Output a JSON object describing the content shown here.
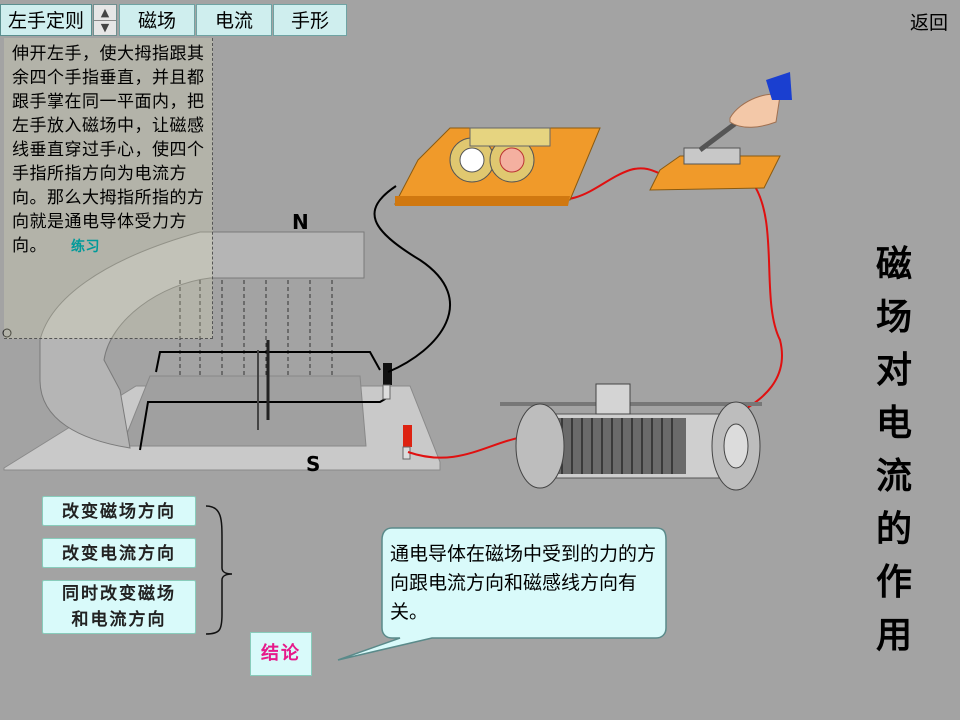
{
  "toolbar": {
    "tab_left_rule": "左手定则",
    "tab_magnetic_field": "磁场",
    "tab_current": "电流",
    "tab_hand_shape": "手形",
    "back": "返回"
  },
  "panel": {
    "text": "伸开左手，使大拇指跟其余四个手指垂直，并且都跟手掌在同一平面内，把左手放入磁场中，让磁感线垂直穿过手心，使四个手指所指方向为电流方向。那么大拇指所指的方向就是通电导体受力方向。",
    "practice": "练习"
  },
  "title_chars": [
    "磁",
    "场",
    "对",
    "电",
    "流",
    "的",
    "作",
    "用"
  ],
  "labels": {
    "north": "N",
    "south": "S"
  },
  "buttons": {
    "change_field": "改变磁场方向",
    "change_current": "改变电流方向",
    "change_both_line1": "同时改变磁场",
    "change_both_line2": "和电流方向",
    "conclusion": "结论"
  },
  "callout": {
    "text": "通电导体在磁场中受到的力的方向跟电流方向和磁感线方向有关。"
  },
  "colors": {
    "background": "#a3a3a3",
    "tab_bg": "#cfeeee",
    "button_bg": "#d9fafa",
    "conclusion_text": "#e6198a",
    "practice_text": "#009a9a",
    "wire_red": "#e01010"
  }
}
